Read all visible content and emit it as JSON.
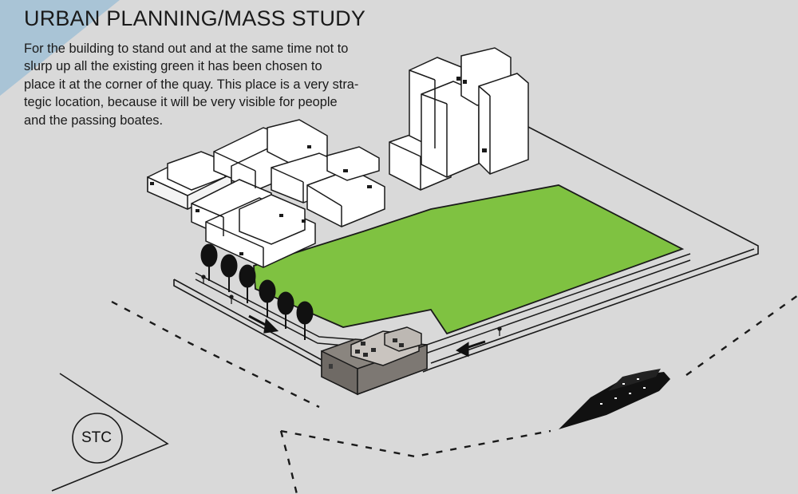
{
  "header": {
    "title": "URBAN PLANNING/MASS STUDY",
    "description": "For the building to stand out and at the same time not to\nslurp up all the existing green it has been chosen to\nplace it at the corner of the quay. This place is a very stra-\ntegic location, because it will be very visible for people\nand the passing boates."
  },
  "north_marker": {
    "label": "STC"
  },
  "colors": {
    "background": "#d9d9d9",
    "corner_accent": "#a9c4d6",
    "green_area": "#7fc241",
    "building_fill": "#ffffff",
    "new_building_fill": "#7a7570",
    "outline": "#1a1a1a",
    "boat": "#111111"
  },
  "icons": [
    "north-marker-icon",
    "boat-icon",
    "tree-icon",
    "person-icon",
    "arrow-icon"
  ]
}
